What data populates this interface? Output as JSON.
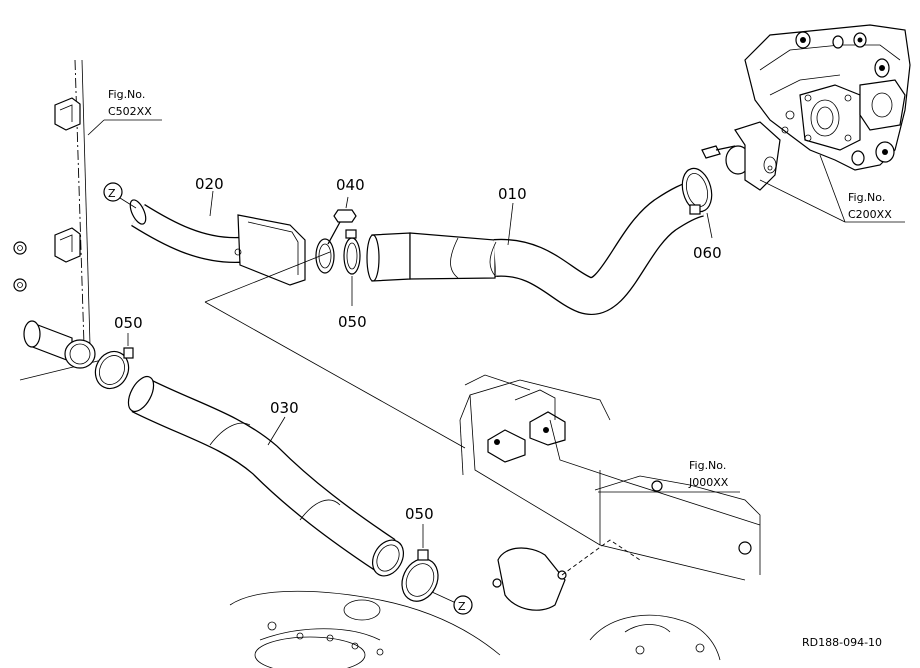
{
  "part_labels": {
    "p010": "010",
    "p020": "020",
    "p030": "030",
    "p040": "040",
    "p050_mid": "050",
    "p050_left": "050",
    "p050_bottom": "050",
    "p060": "060"
  },
  "figure_refs": {
    "c502": {
      "line1": "Fig.No.",
      "line2": "C502XX"
    },
    "c200": {
      "line1": "Fig.No.",
      "line2": "C200XX"
    },
    "j000": {
      "line1": "Fig.No.",
      "line2": "J000XX"
    }
  },
  "connection_markers": {
    "top": "Z",
    "bottom": "Z"
  },
  "drawing_code": "RD188-094-10"
}
